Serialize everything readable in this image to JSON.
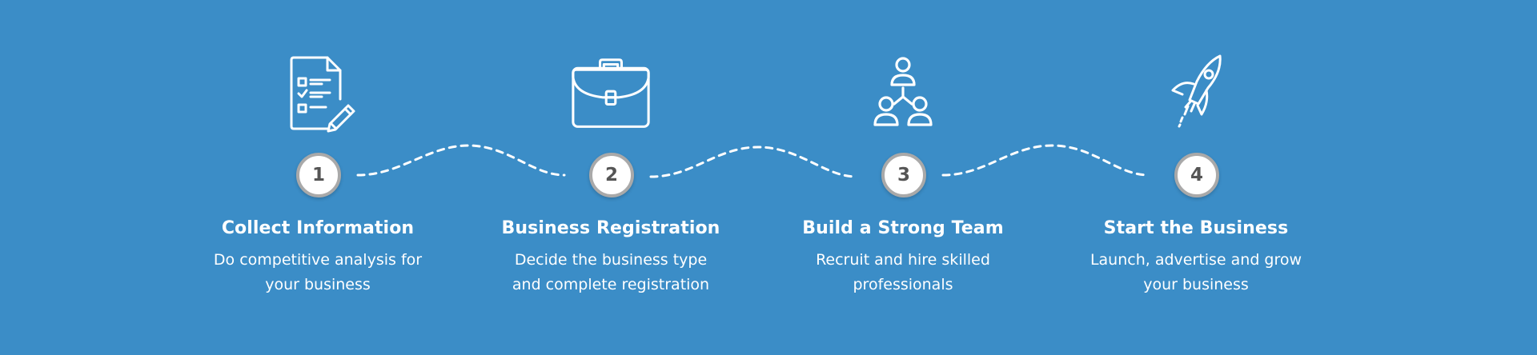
{
  "colors": {
    "background": "#3b8dc7",
    "foreground": "#ffffff",
    "badge_border": "#a9a9a9",
    "badge_text": "#555555"
  },
  "steps": [
    {
      "number": "1",
      "icon": "checklist-icon",
      "title": "Collect Information",
      "desc_line1": "Do competitive analysis for",
      "desc_line2": "your business"
    },
    {
      "number": "2",
      "icon": "briefcase-icon",
      "title": "Business Registration",
      "desc_line1": "Decide the business type",
      "desc_line2": "and complete registration"
    },
    {
      "number": "3",
      "icon": "team-hierarchy-icon",
      "title": "Build a Strong Team",
      "desc_line1": "Recruit and hire skilled",
      "desc_line2": "professionals"
    },
    {
      "number": "4",
      "icon": "rocket-icon",
      "title": "Start the Business",
      "desc_line1": "Launch, advertise and grow",
      "desc_line2": "your business"
    }
  ]
}
